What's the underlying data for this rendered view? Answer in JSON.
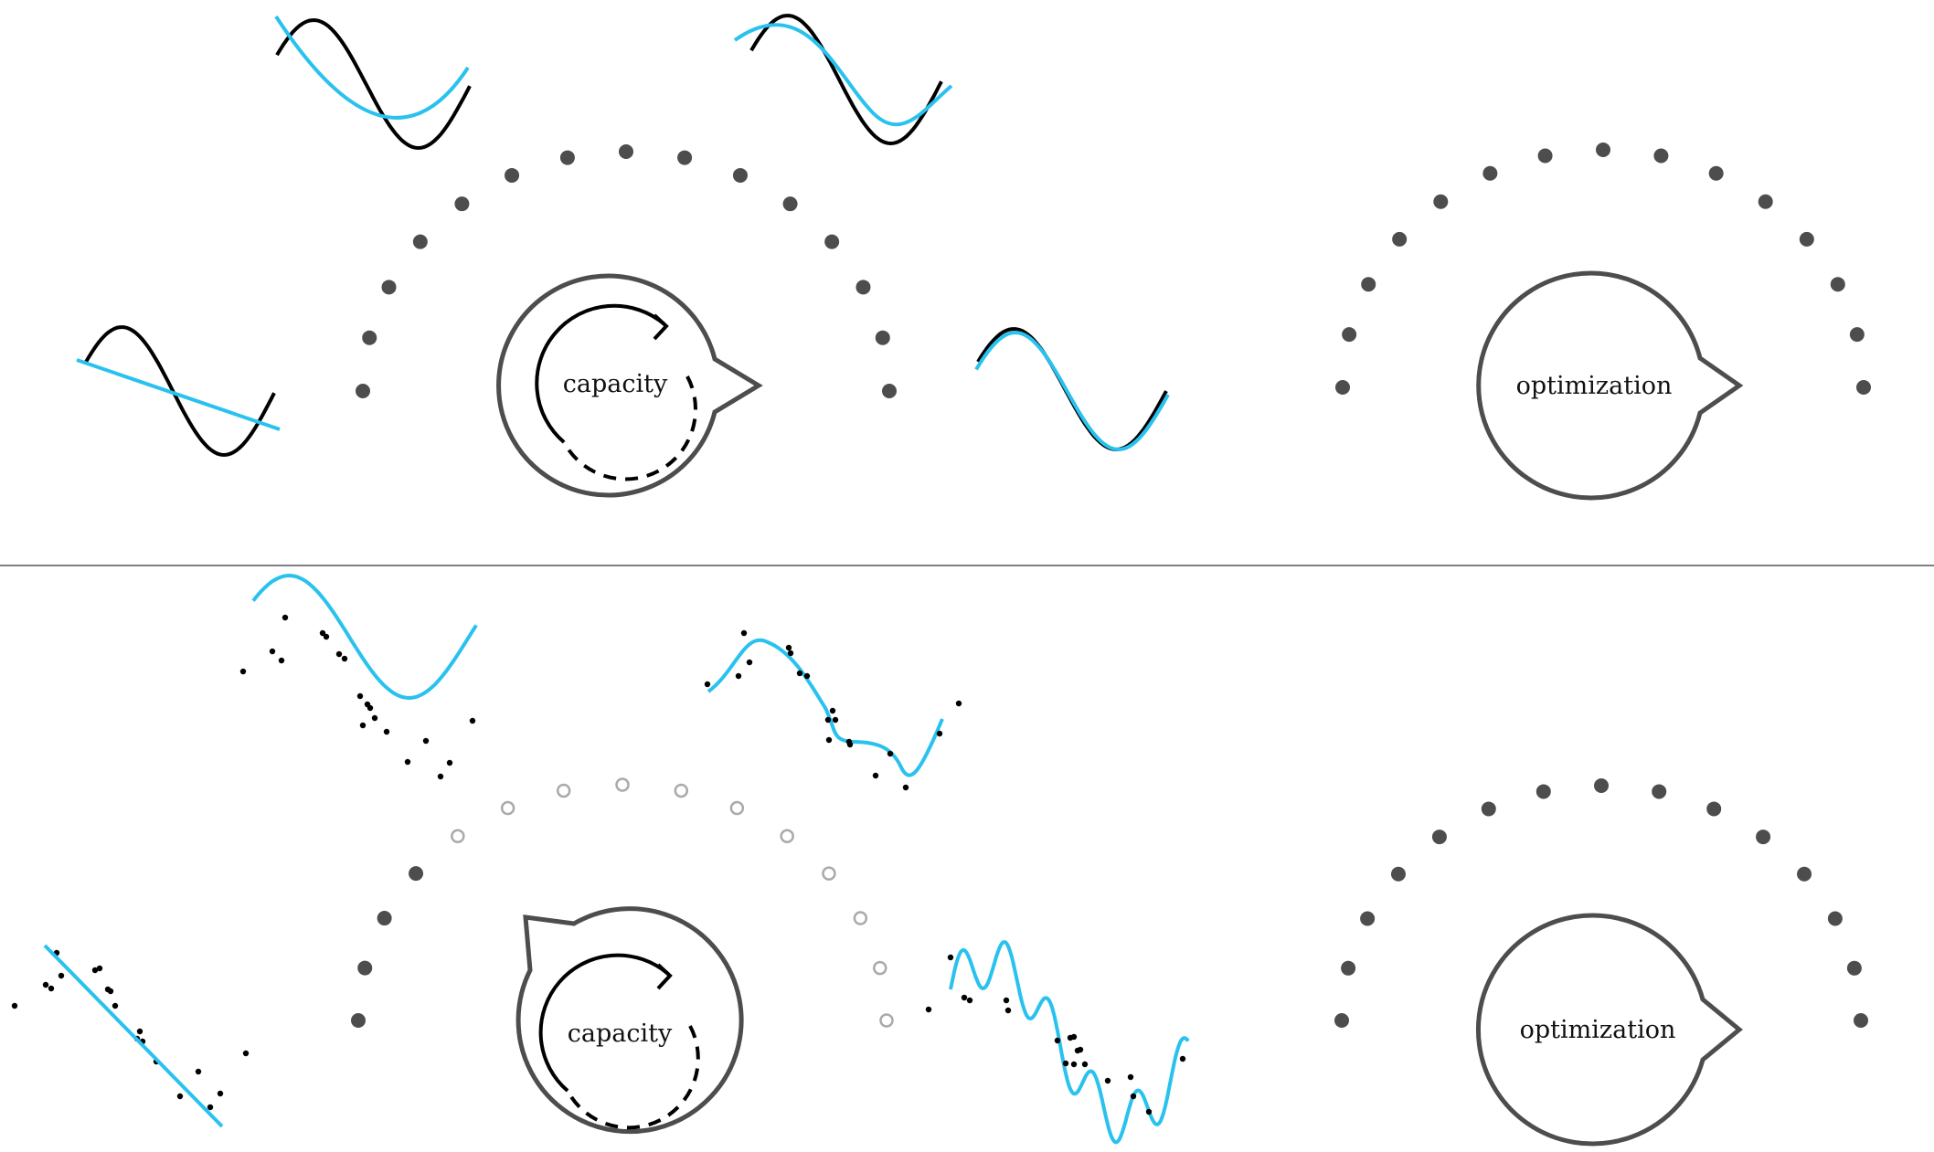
{
  "panels": {
    "top": {
      "capacity_label": "capacity",
      "optimization_label": "optimization"
    },
    "bottom": {
      "capacity_label": "capacity",
      "optimization_label": "optimization"
    }
  },
  "colors": {
    "fit_curve": "#29c2ee",
    "true_curve": "#000000",
    "dial_outline": "#4d4d4d",
    "dot_filled": "#4d4d4d",
    "dot_hollow": "#aaaaaa",
    "divider": "#808080"
  }
}
